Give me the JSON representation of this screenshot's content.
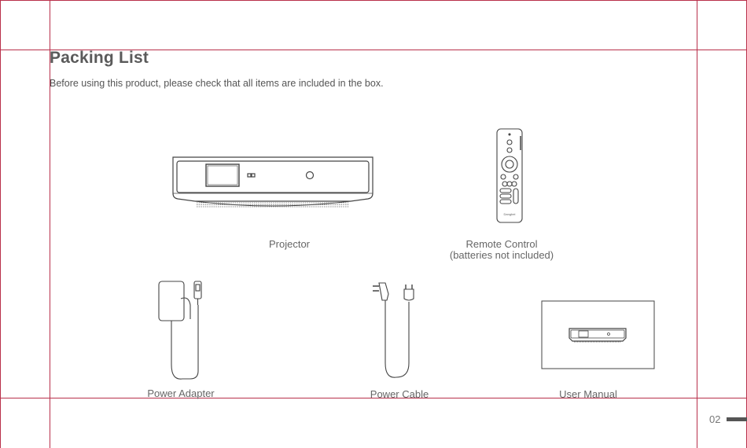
{
  "page": {
    "title": "Packing List",
    "subtitle": "Before using this product, please check that all items are included in the box.",
    "page_number": "02"
  },
  "items": [
    {
      "label": "Projector",
      "icon": "projector-icon"
    },
    {
      "label": "Remote Control",
      "sublabel": "(batteries not included)",
      "icon": "remote-control-icon"
    },
    {
      "label": "Power Adapter",
      "icon": "power-adapter-icon"
    },
    {
      "label": "Power Cable",
      "icon": "power-cable-icon"
    },
    {
      "label": "User Manual",
      "icon": "user-manual-icon"
    }
  ],
  "remote_brand": "Dangbei",
  "colors": {
    "guide_lines": "#b8304a",
    "text": "#555555",
    "line_art": "#444444"
  }
}
